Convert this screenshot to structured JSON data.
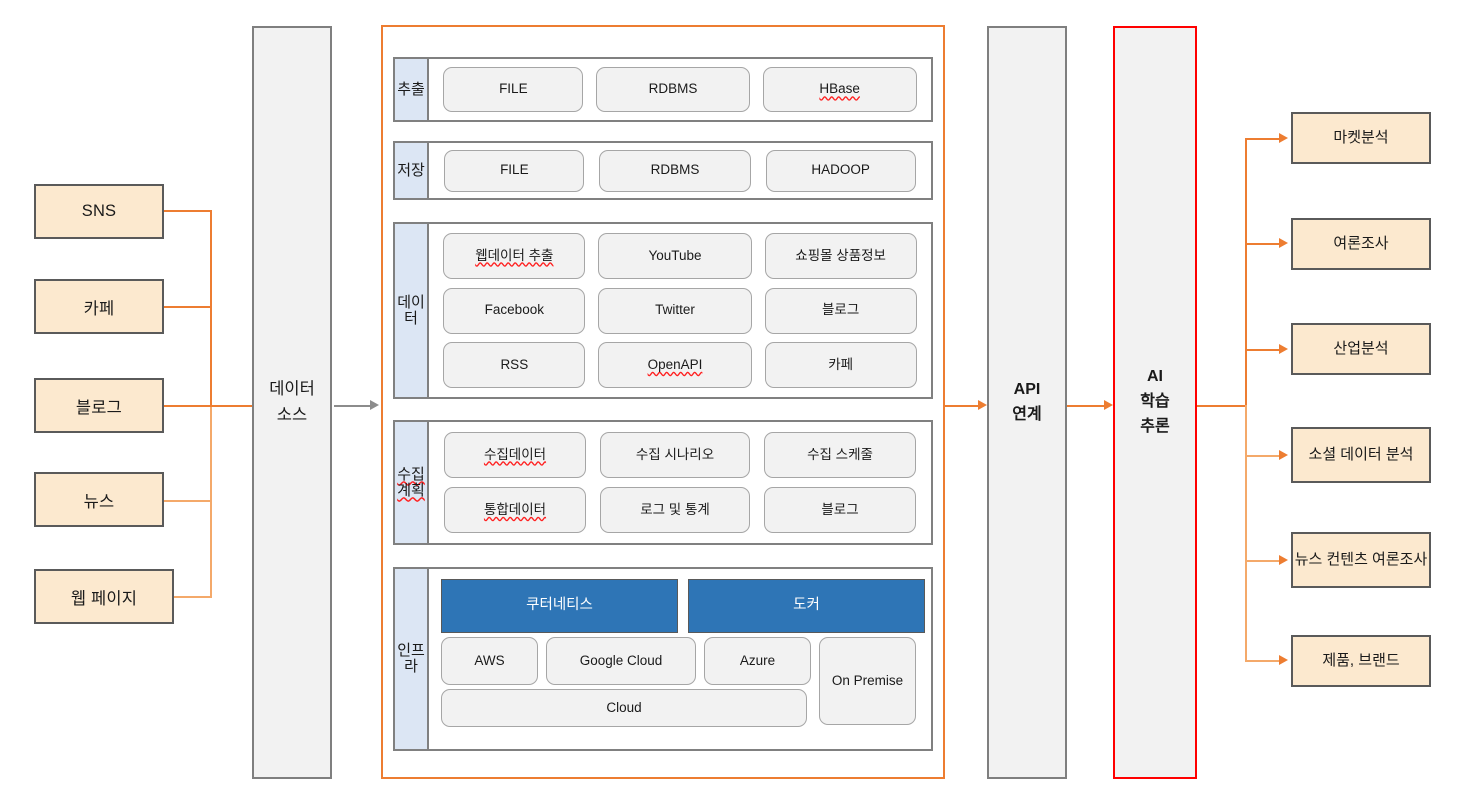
{
  "sources": {
    "title": "data-sources",
    "items": [
      {
        "label": "SNS"
      },
      {
        "label": "카페"
      },
      {
        "label": "블로그"
      },
      {
        "label": "뉴스"
      },
      {
        "label": "웹 페이지"
      }
    ]
  },
  "pillars": {
    "data_source": {
      "line1": "데이터",
      "line2": "소스"
    },
    "api": {
      "line1": "API",
      "line2": "연계"
    },
    "ai": {
      "line1": "AI",
      "line2": "학습",
      "line3": "추론"
    }
  },
  "platform": {
    "sections": [
      {
        "label": "추출",
        "label_misspelled": false,
        "rows": [
          [
            {
              "text": "FILE",
              "misspelled": false
            },
            {
              "text": "RDBMS",
              "misspelled": false
            },
            {
              "text": "HBase",
              "misspelled": true
            }
          ]
        ]
      },
      {
        "label": "저장",
        "label_misspelled": false,
        "rows": [
          [
            {
              "text": "FILE",
              "misspelled": false
            },
            {
              "text": "RDBMS",
              "misspelled": false
            },
            {
              "text": "HADOOP",
              "misspelled": false
            }
          ]
        ]
      },
      {
        "label": "데이터",
        "label_misspelled": false,
        "rows": [
          [
            {
              "text": "웹데이터 추출",
              "misspelled": true
            },
            {
              "text": "YouTube",
              "misspelled": false
            },
            {
              "text": "쇼핑몰 상품정보",
              "misspelled": false
            }
          ],
          [
            {
              "text": "Facebook",
              "misspelled": false
            },
            {
              "text": "Twitter",
              "misspelled": false
            },
            {
              "text": "블로그",
              "misspelled": false
            }
          ],
          [
            {
              "text": "RSS",
              "misspelled": false
            },
            {
              "text": "OpenAPI",
              "misspelled": true
            },
            {
              "text": "카페",
              "misspelled": false
            }
          ]
        ]
      },
      {
        "label": "수집계획",
        "label_misspelled": true,
        "rows": [
          [
            {
              "text": "수집데이터",
              "misspelled": true
            },
            {
              "text": "수집 시나리오",
              "misspelled": false
            },
            {
              "text": "수집 스케줄",
              "misspelled": false
            }
          ],
          [
            {
              "text": "통합데이터",
              "misspelled": true
            },
            {
              "text": "로그 및 통계",
              "misspelled": false
            },
            {
              "text": "블로그",
              "misspelled": false
            }
          ]
        ]
      }
    ],
    "infra": {
      "label": "인프라",
      "containers": [
        {
          "text": "쿠터네티스"
        },
        {
          "text": "도커"
        }
      ],
      "clouds": [
        {
          "text": "AWS"
        },
        {
          "text": "Google Cloud"
        },
        {
          "text": "Azure"
        }
      ],
      "cloud_bar": {
        "text": "Cloud"
      },
      "on_premise": {
        "text": "On Premise"
      }
    }
  },
  "results": {
    "items": [
      {
        "label": "마켓분석"
      },
      {
        "label": "여론조사"
      },
      {
        "label": "산업분석"
      },
      {
        "label": "소셜 데이터 분석"
      },
      {
        "label": "뉴스 컨텐츠 여론조사"
      },
      {
        "label": "제품, 브랜드"
      }
    ]
  },
  "colors": {
    "accent_orange": "#ED7D31",
    "source_fill": "#FCE9CF",
    "pillar_fill": "#F2F2F2",
    "ai_border": "#FF0000",
    "container_blue": "#2E75B6",
    "section_label_fill": "#DCE6F4"
  }
}
